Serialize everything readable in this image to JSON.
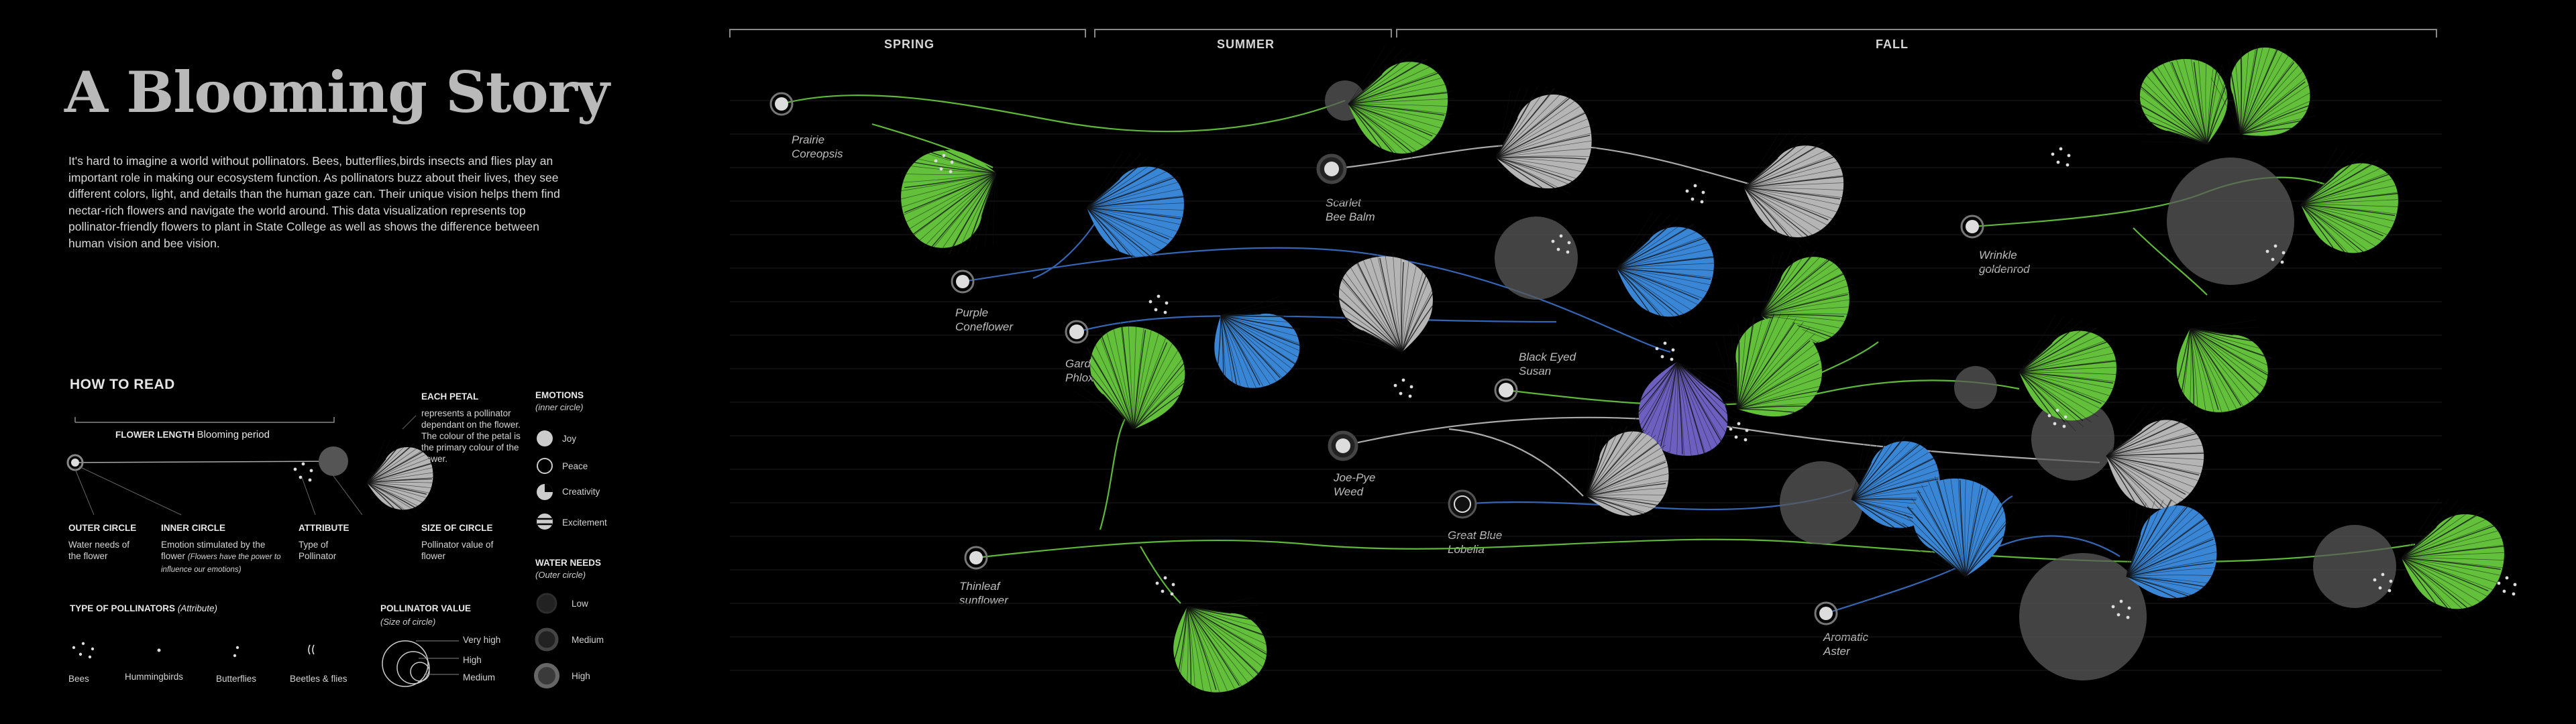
{
  "title": "A Blooming Story",
  "intro": "It's hard to imagine a world without pollinators. Bees, butterflies,birds insects and flies play an important role in making our ecosystem function. As pollinators buzz about their lives, they see different colors, light, and details than the human gaze can. Their unique vision helps them find nectar-rich flowers and navigate the world around. This data visualization represents top pollinator-friendly flowers to plant in State College as well as shows the difference between human vision and bee vision.",
  "legend": {
    "heading": "HOW TO READ",
    "flower_length": "FLOWER LENGTH",
    "blooming_period": "Blooming period",
    "each_petal_title": "EACH PETAL",
    "each_petal_text": "represents a pollinator dependant on the flower. The colour of the petal is the primary colour of the flower.",
    "outer_circle_title": "OUTER CIRCLE",
    "outer_circle_text": "Water needs of the flower",
    "inner_circle_title": "INNER CIRCLE",
    "inner_circle_text": "Emotion stimulated by the flower",
    "inner_circle_note": "(Flowers have the power to influence our emotions)",
    "attribute_title": "ATTRIBUTE",
    "attribute_text": "Type of Pollinator",
    "size_title": "SIZE OF CIRCLE",
    "size_text": "Pollinator value of flower",
    "types_title": "TYPE OF POLLINATORS",
    "types_sub": "(Attribute)",
    "types": [
      "Bees",
      "Hummingbirds",
      "Butterflies",
      "Beetles & flies"
    ],
    "value_title": "POLLINATOR VALUE",
    "value_sub": "(Size of circle)",
    "values": [
      "Very high",
      "High",
      "Medium"
    ],
    "emotions_title": "EMOTIONS",
    "emotions_sub": "(inner circle)",
    "emotions": [
      "Joy",
      "Peace",
      "Creativity",
      "Excitement"
    ],
    "water_title": "WATER NEEDS",
    "water_sub": "(Outer circle)",
    "water": [
      "Low",
      "Medium",
      "High"
    ]
  },
  "seasons": [
    "SPRING",
    "SUMMER",
    "FALL"
  ],
  "flowers": [
    {
      "name": "Prairie",
      "name2": "Coreopsis"
    },
    {
      "name": "Purple",
      "name2": "Coneflower"
    },
    {
      "name": "Garden",
      "name2": "Phlox"
    },
    {
      "name": "Scarlet",
      "name2": "Bee Balm"
    },
    {
      "name": "Black Eyed",
      "name2": "Susan"
    },
    {
      "name": "Joe-Pye",
      "name2": "Weed"
    },
    {
      "name": "Great Blue",
      "name2": "Lobelia"
    },
    {
      "name": "Thinleaf",
      "name2": "sunflower"
    },
    {
      "name": "Wrinkle",
      "name2": "goldenrod"
    },
    {
      "name": "Aromatic",
      "name2": "Aster"
    }
  ],
  "colors": {
    "green": "#62c03b",
    "blue": "#3a86d6",
    "purple": "#6c5fc0",
    "grey": "#b5b5b5",
    "stem_green": "#5fb83a",
    "stem_blue": "#3566b4",
    "stem_grey": "#9a9a9a"
  }
}
